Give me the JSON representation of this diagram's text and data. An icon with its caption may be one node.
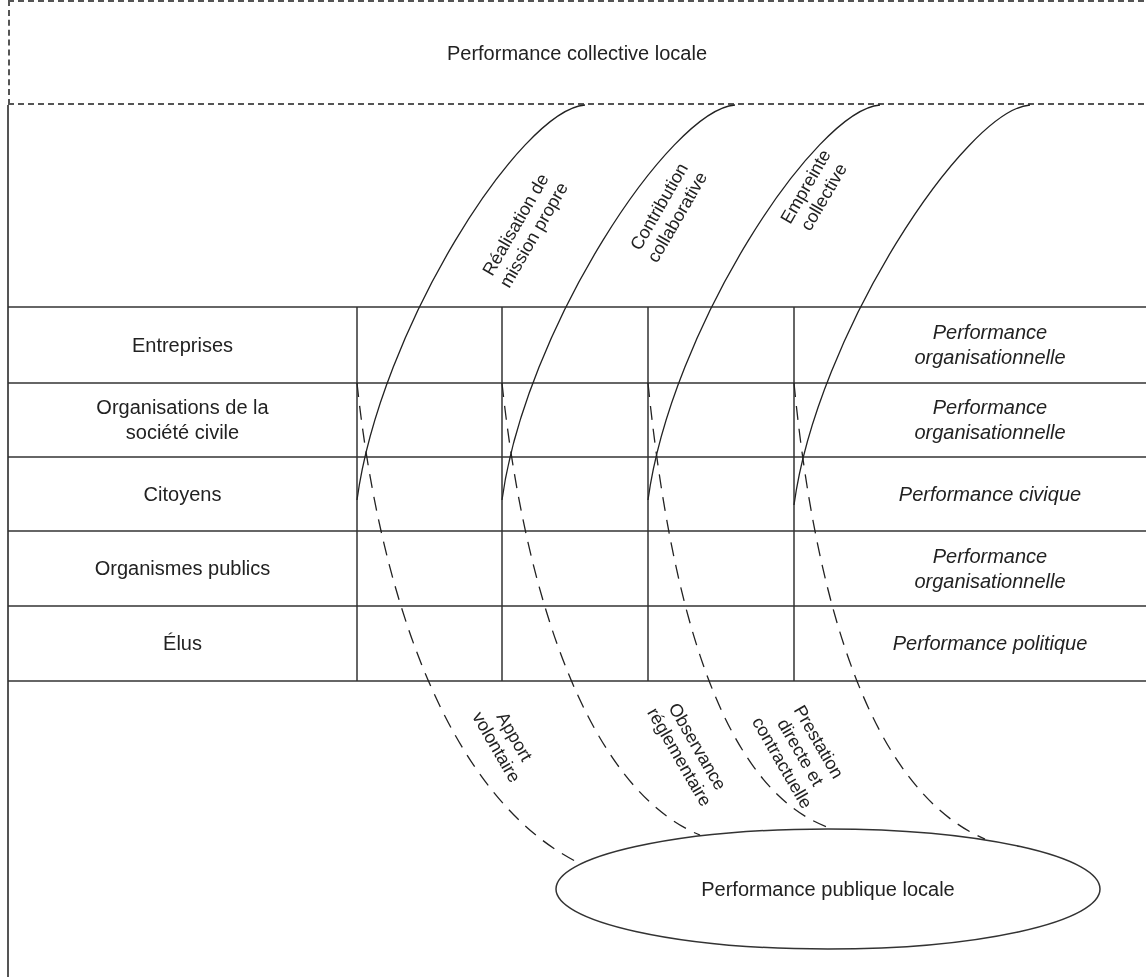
{
  "diagram": {
    "nodes": [
      {
        "text": [
          "Performance collective locale"
        ]
      },
      {
        "text": [
          "Performance publique locale"
        ]
      }
    ],
    "edges": [
      {
        "from": 0,
        "to": null,
        "arrow": "none",
        "label": "Réalisation de mission propre"
      },
      {
        "from": 0,
        "to": null,
        "arrow": "none",
        "label": "Contribution collaborative"
      },
      {
        "from": 0,
        "to": null,
        "arrow": "none",
        "label": "Empreinte collective"
      },
      {
        "from": 0,
        "to": null,
        "arrow": "none"
      },
      {
        "from": null,
        "to": 1,
        "arrow": "none",
        "style": "dashed",
        "label": "Apport volontaire"
      },
      {
        "from": null,
        "to": 1,
        "arrow": "none",
        "style": "dashed",
        "label": "Observance réglementaire"
      },
      {
        "from": null,
        "to": 1,
        "arrow": "none",
        "style": "dashed",
        "label": "Prestation directe et contractuelle"
      },
      {
        "from": null,
        "to": 1,
        "arrow": "none",
        "style": "dashed"
      }
    ],
    "labels": [
      "Entreprises",
      "Performance organisationnelle",
      "Organisations de la société civile",
      "Performance organisationnelle",
      "Citoyens",
      "Performance civique",
      "Organismes publics",
      "Performance organisationnelle",
      "Élus",
      "Performance politique"
    ]
  }
}
